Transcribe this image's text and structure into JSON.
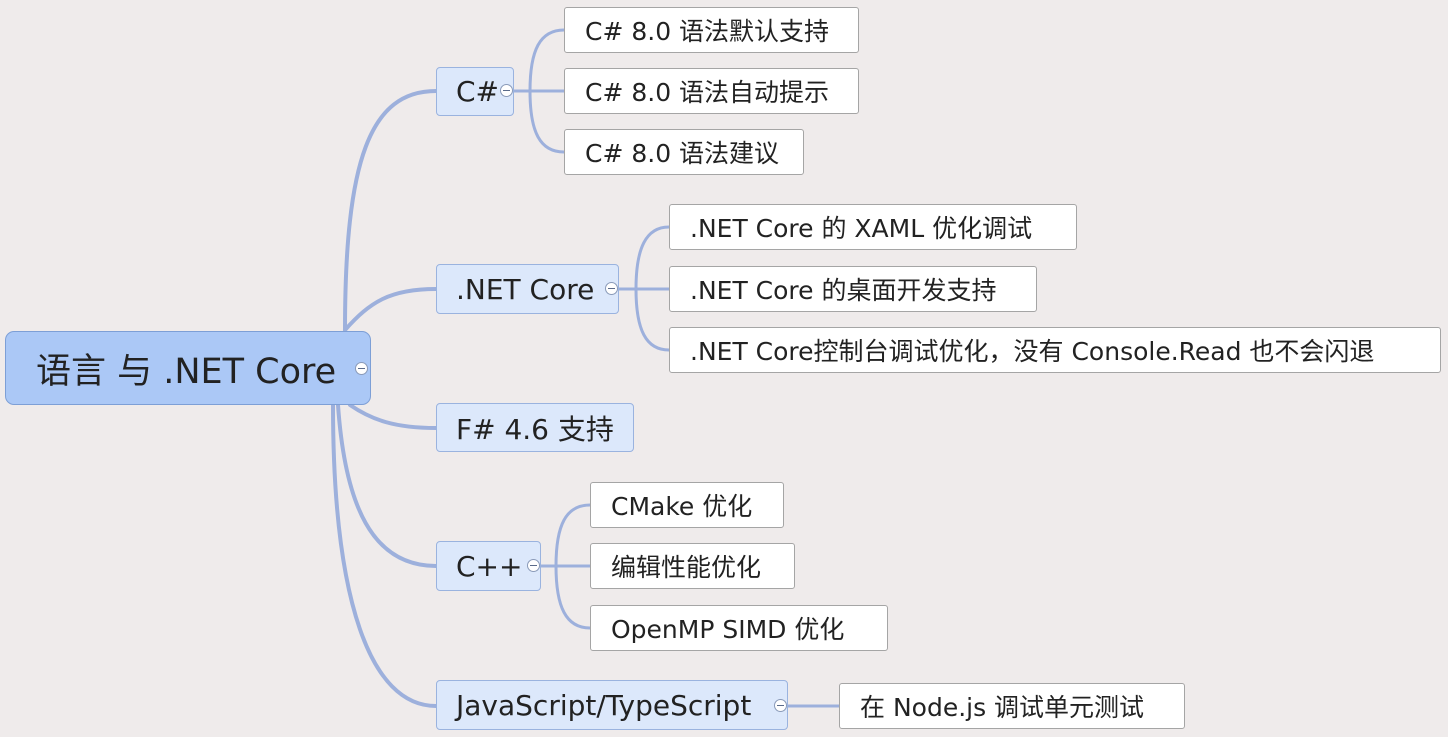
{
  "mindmap": {
    "root": "语言 与 .NET Core",
    "branches": [
      {
        "label": "C#",
        "children": [
          "C# 8.0 语法默认支持",
          "C# 8.0 语法自动提示",
          "C# 8.0 语法建议"
        ]
      },
      {
        "label": ".NET Core",
        "children": [
          ".NET Core 的 XAML 优化调试",
          ".NET Core 的桌面开发支持",
          ".NET Core控制台调试优化，没有 Console.Read 也不会闪退"
        ]
      },
      {
        "label": "F# 4.6 支持",
        "children": []
      },
      {
        "label": "C++",
        "children": [
          "CMake 优化",
          "编辑性能优化",
          "OpenMP SIMD 优化"
        ]
      },
      {
        "label": "JavaScript/TypeScript",
        "children": [
          "在 Node.js 调试单元测试"
        ]
      }
    ]
  },
  "colors": {
    "background": "#efebeb",
    "connector": "#9db0dc",
    "root_fill": "#abc8f6",
    "branch_fill": "#dce8fb",
    "leaf_fill": "#ffffff"
  }
}
